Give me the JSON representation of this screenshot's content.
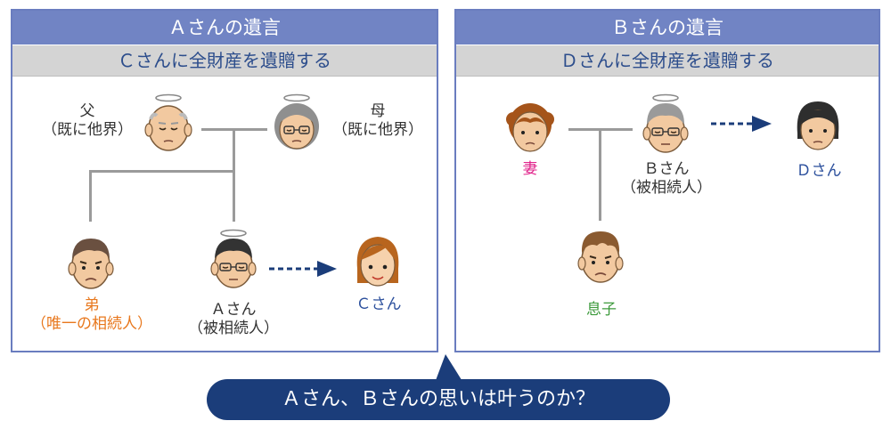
{
  "panel_a": {
    "header": "Ａさんの遺言",
    "subheader": "Ｃさんに全財産を遺贈する",
    "father": {
      "line1": "父",
      "line2": "（既に他界）"
    },
    "mother": {
      "line1": "母",
      "line2": "（既に他界）"
    },
    "brother": {
      "line1": "弟",
      "line2": "（唯一の相続人）"
    },
    "person_a": {
      "line1": "Ａさん",
      "line2": "（被相続人）"
    },
    "person_c": {
      "line1": "Ｃさん"
    }
  },
  "panel_b": {
    "header": "Ｂさんの遺言",
    "subheader": "Ｄさんに全財産を遺贈する",
    "wife": {
      "line1": "妻"
    },
    "person_b": {
      "line1": "Ｂさん",
      "line2": "（被相続人）"
    },
    "person_d": {
      "line1": "Ｄさん"
    },
    "son": {
      "line1": "息子"
    }
  },
  "question": "Ａさん、Ｂさんの思いは叶うのか？",
  "colors": {
    "panel_header": "#7184c4",
    "panel_border": "#6a7dbf",
    "subheader_bg": "#d4d4d4",
    "subheader_text": "#2c4d8c",
    "bubble": "#1b3d7a",
    "arrow": "#1b3d7a",
    "heir_label": "#e8781e",
    "wife_label": "#e0218a",
    "son_label": "#3d9a3c",
    "name_label": "#2b4f9c"
  },
  "icons": [
    "elderly-man-deceased-icon",
    "elderly-woman-deceased-icon",
    "man-face-icon",
    "man-glasses-deceased-icon",
    "woman-face-icon",
    "boy-face-icon",
    "dashed-arrow-icon"
  ]
}
